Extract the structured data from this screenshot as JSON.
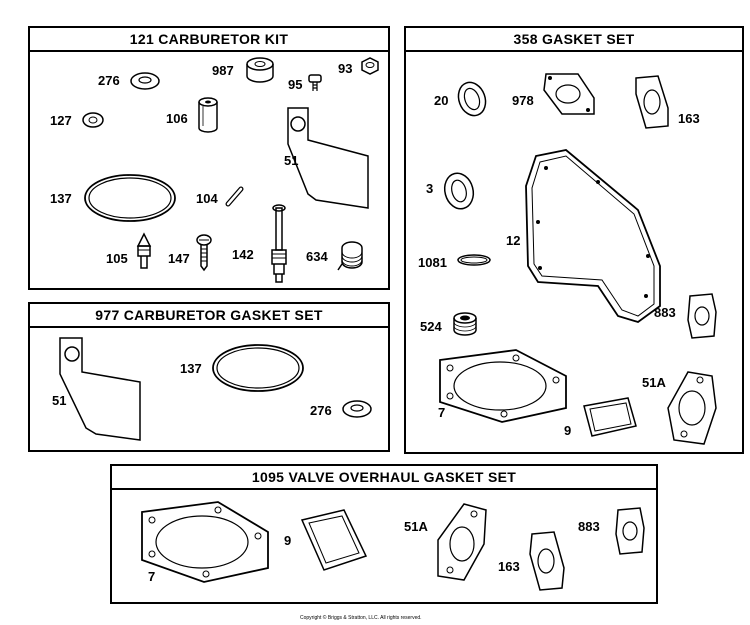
{
  "panels": {
    "carb_kit": {
      "title": "121 CARBURETOR KIT",
      "labels": {
        "p276": "276",
        "p987": "987",
        "p95": "95",
        "p93": "93",
        "p127": "127",
        "p106": "106",
        "p51": "51",
        "p137": "137",
        "p104": "104",
        "p105": "105",
        "p147": "147",
        "p142": "142",
        "p634": "634"
      }
    },
    "carb_gasket": {
      "title": "977 CARBURETOR GASKET SET",
      "labels": {
        "p51": "51",
        "p137": "137",
        "p276": "276"
      }
    },
    "gasket_set": {
      "title": "358 GASKET SET",
      "labels": {
        "p20": "20",
        "p978": "978",
        "p163": "163",
        "p3": "3",
        "p12": "12",
        "p1081": "1081",
        "p883": "883",
        "p524": "524",
        "p51a": "51A",
        "p7": "7",
        "p9": "9"
      }
    },
    "valve_set": {
      "title": "1095 VALVE OVERHAUL GASKET SET",
      "labels": {
        "p7": "7",
        "p9": "9",
        "p51a": "51A",
        "p883": "883",
        "p163": "163"
      }
    }
  },
  "footer": "Copyright © Briggs & Stratton, LLC. All rights reserved."
}
